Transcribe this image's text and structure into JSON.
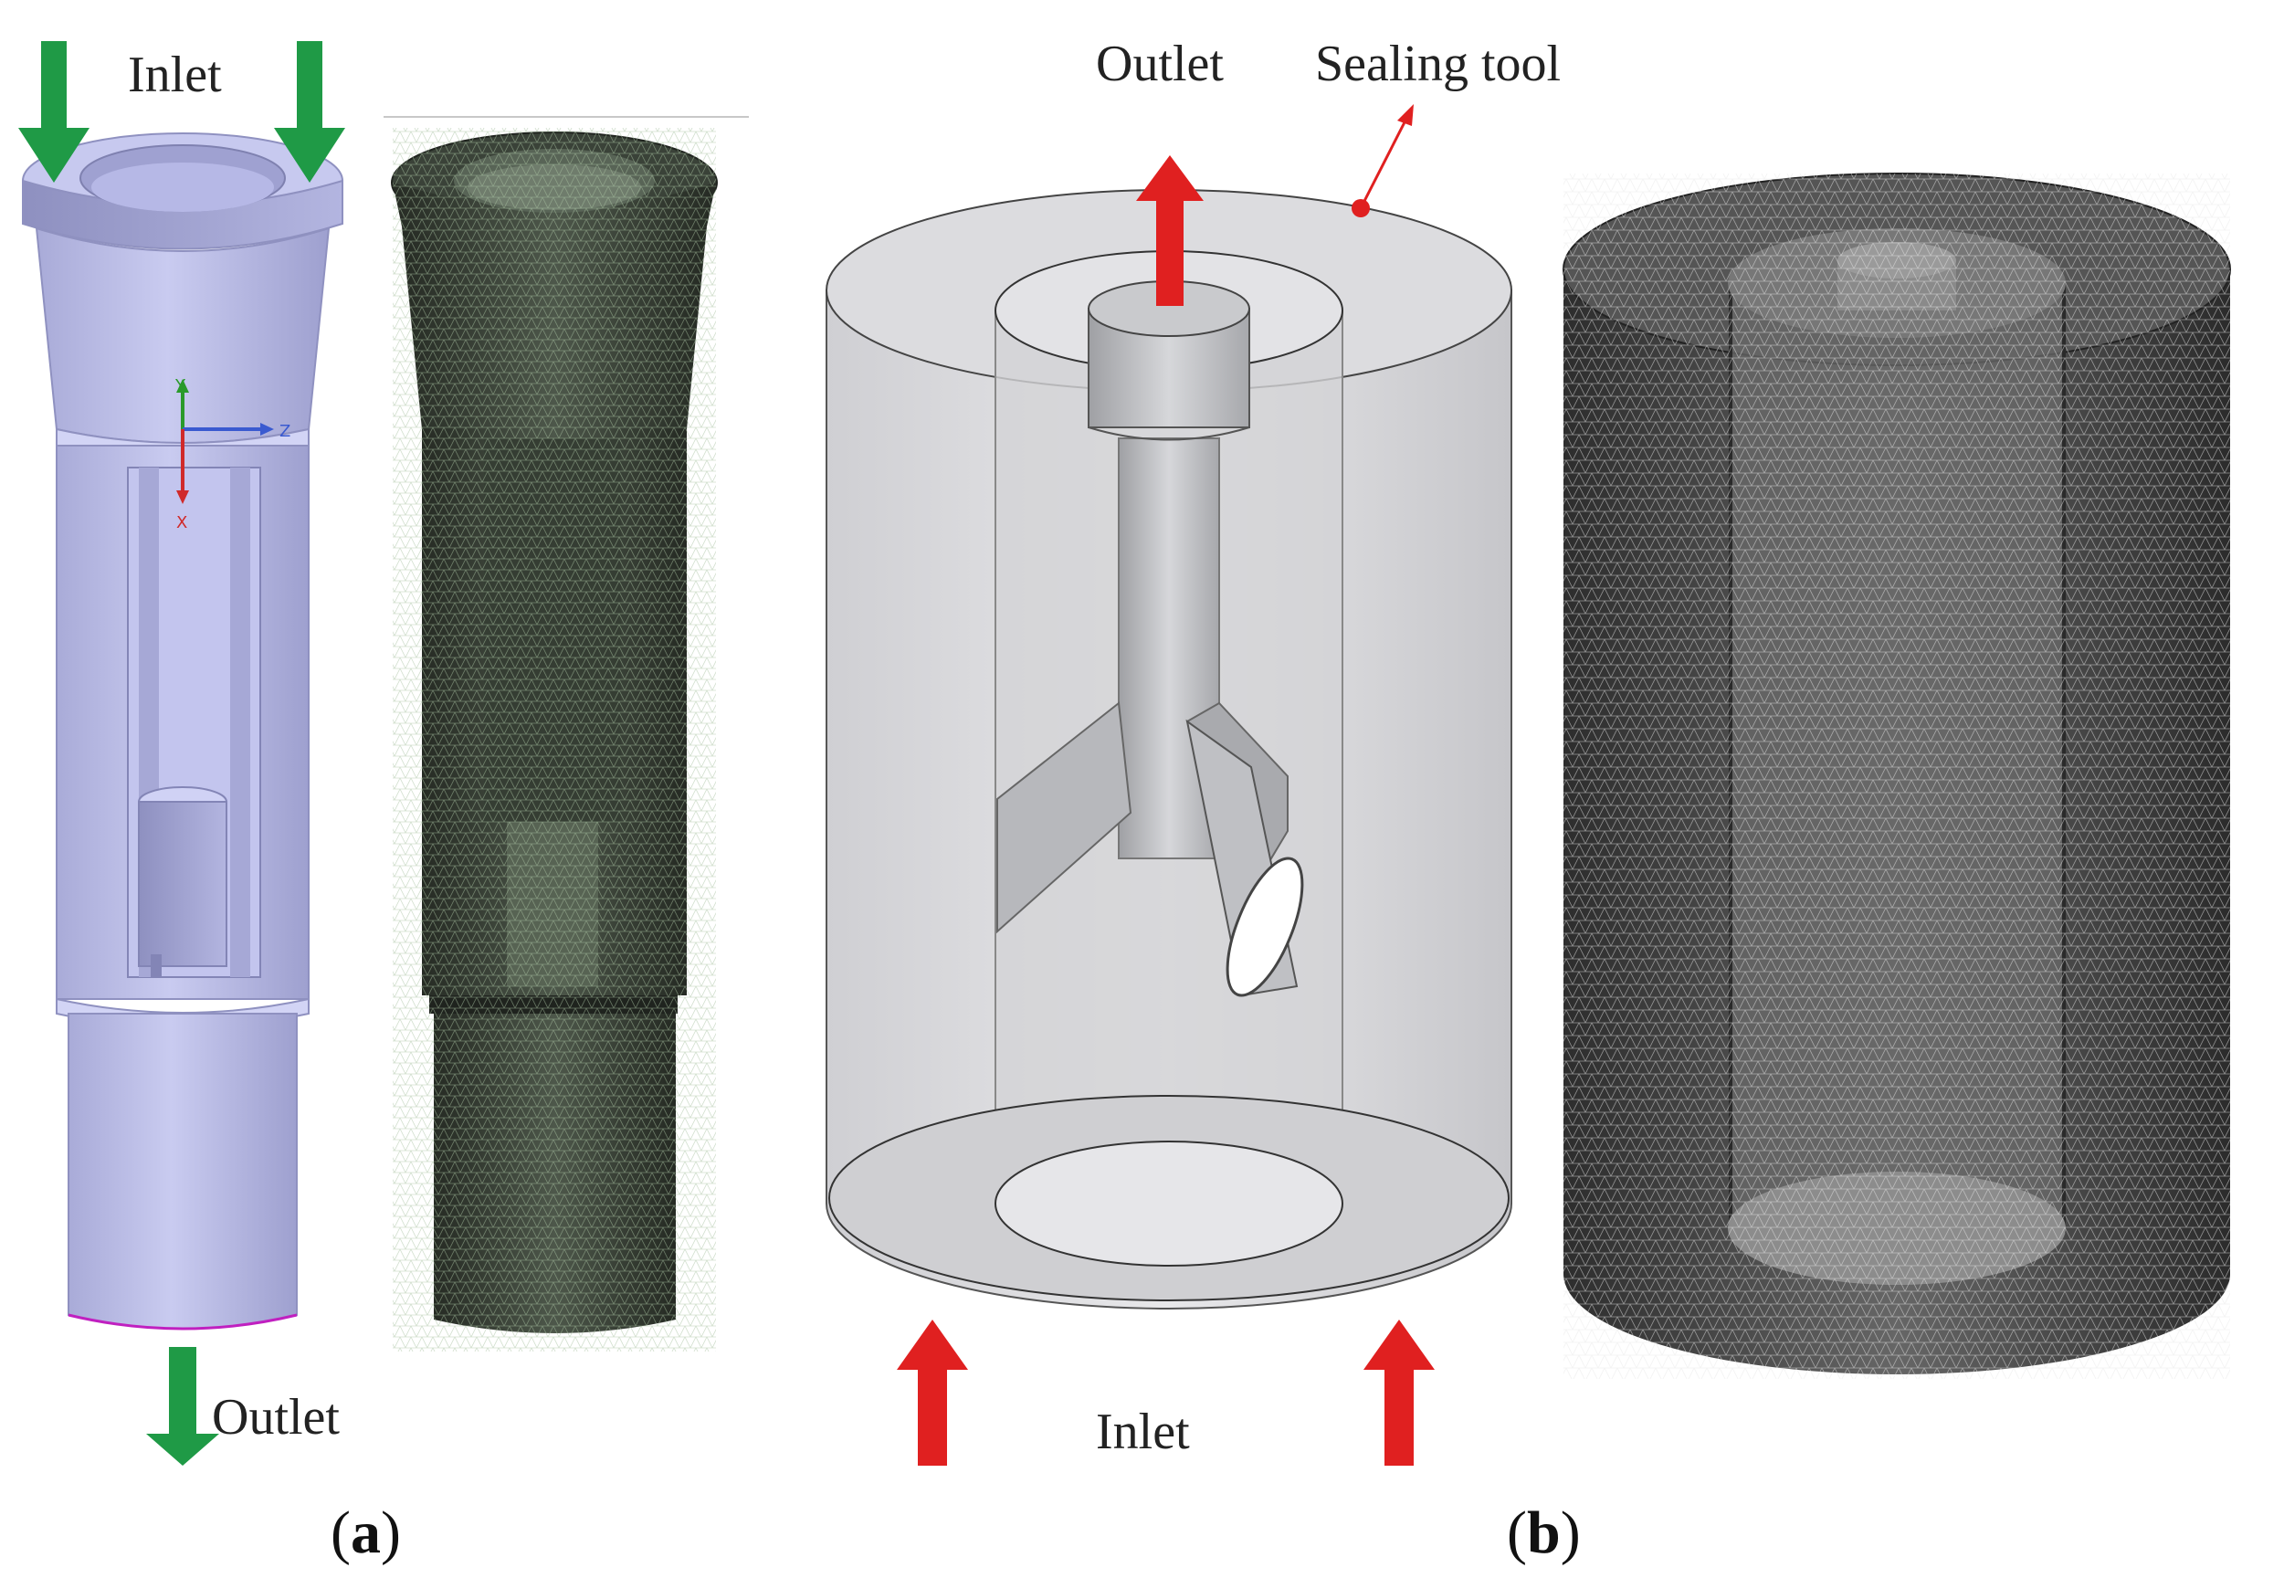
{
  "panel_a": {
    "label_open": "(",
    "label_letter": "a",
    "label_close": ")",
    "inlet": "Inlet",
    "outlet": "Outlet",
    "axis_y": "Y",
    "axis_z": "Z",
    "axis_x": "X"
  },
  "panel_b": {
    "label_open": "(",
    "label_letter": "b",
    "label_close": ")",
    "outlet": "Outlet",
    "sealing_tool": "Sealing tool",
    "inlet": "Inlet"
  },
  "colors": {
    "inflow_arrow_a": "#1f9a46",
    "flow_arrow_b": "#e02020",
    "cad_body": "#b9bbe6",
    "mesh_a": "#3a4238",
    "mesh_b": "#4a4a4a",
    "transparent_shell": "#d9d9dc",
    "pipe_gray": "#bdbec2"
  }
}
